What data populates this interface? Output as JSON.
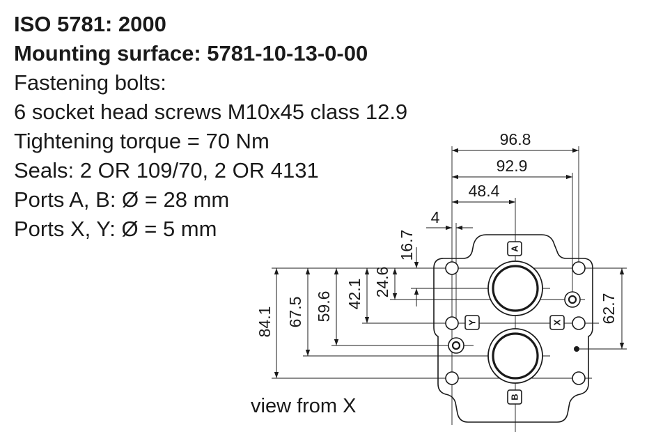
{
  "spec": {
    "standard": "ISO 5781: 2000",
    "mounting_surface": "Mounting surface: 5781-10-13-0-00",
    "bolts_heading": "Fastening bolts:",
    "bolts": "6 socket head screws M10x45 class 12.9",
    "torque": "Tightening torque = 70 Nm",
    "seals": "Seals: 2 OR 109/70,  2  OR 4131",
    "ports_ab": "Ports A, B: Ø = 28 mm",
    "ports_xy": "Ports X, Y: Ø = 5 mm"
  },
  "drawing": {
    "caption": "view from X",
    "port_labels": {
      "a": "A",
      "b": "B",
      "x": "X",
      "y": "Y"
    },
    "dimensions": {
      "total_width": "96.8",
      "bolt_span_width": "92.9",
      "port_ab_x": "48.4",
      "port_y_x": "4",
      "port_a_y": "16.7",
      "port_x_y": "24.6",
      "mid_bolts_y": "42.1",
      "port_y_y": "59.6",
      "port_b_y": "67.5",
      "total_height": "84.1",
      "right_height": "62.7"
    }
  }
}
